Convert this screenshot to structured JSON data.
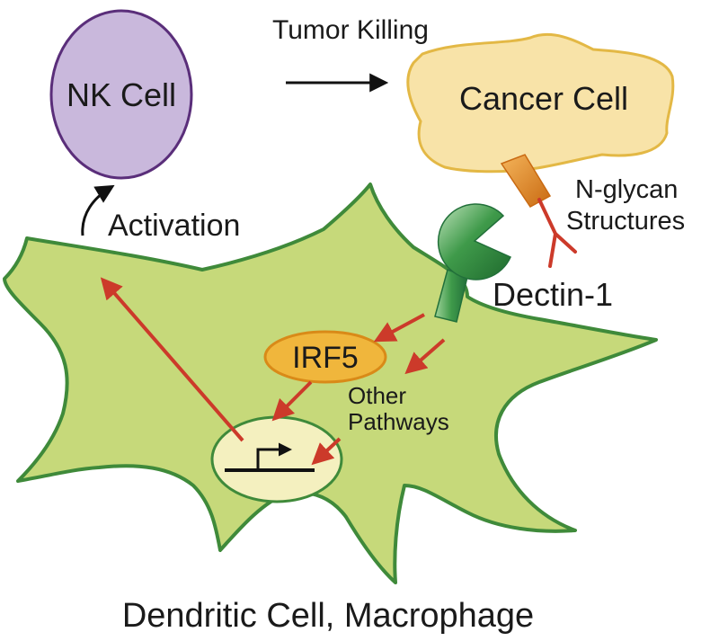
{
  "labels": {
    "nk_cell": "NK Cell",
    "cancer_cell": "Cancer Cell",
    "tumor_killing": "Tumor Killing",
    "activation": "Activation",
    "n_glycan_line1": "N-glycan",
    "n_glycan_line2": "Structures",
    "dectin1": "Dectin-1",
    "irf5": "IRF5",
    "other_pathways_line1": "Other",
    "other_pathways_line2": "Pathways",
    "host_cell": "Dendritic Cell, Macrophage"
  },
  "colors": {
    "nk_fill": "#c9b8dc",
    "nk_stroke": "#5a2e7a",
    "cancer_fill": "#f8e3a8",
    "cancer_stroke": "#e3b845",
    "dc_fill": "#c6d97a",
    "dc_stroke": "#3f8a3a",
    "nucleus_fill": "#f4f0bf",
    "irf5_fill": "#f0b63c",
    "irf5_stroke": "#d98a18",
    "arrow_red": "#cc3a2a",
    "dectin_green": "#3f9a4a",
    "glycan_orange": "#e08a2a",
    "black": "#111111"
  }
}
